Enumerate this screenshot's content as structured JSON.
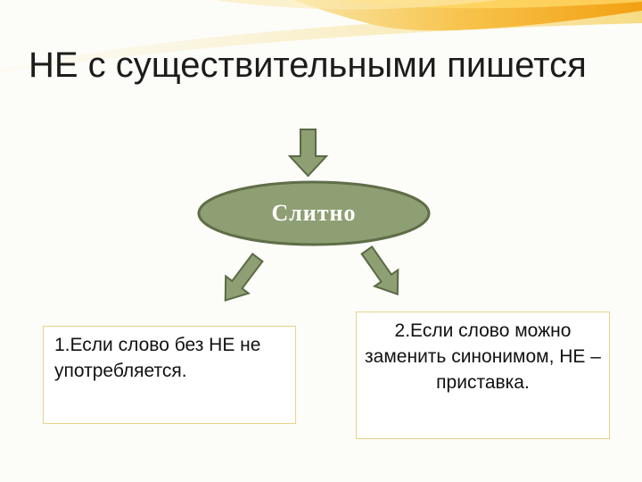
{
  "title": "НЕ с существительными пишется",
  "center_node": {
    "label": "Слитно"
  },
  "rules": [
    {
      "text": "1.Если слово без НЕ не употребляется."
    },
    {
      "text": "2.Если слово можно заменить синонимом, НЕ – приставка."
    }
  ],
  "colors": {
    "node_fill": "#8e9f73",
    "node_stroke": "#5f6e48",
    "arrow_fill": "#8e9f73",
    "arrow_stroke": "#5a6a45",
    "box_border": "#e9d38a",
    "swoosh_orange": "#f5a81c",
    "swoosh_yellow": "#f7d96b"
  }
}
